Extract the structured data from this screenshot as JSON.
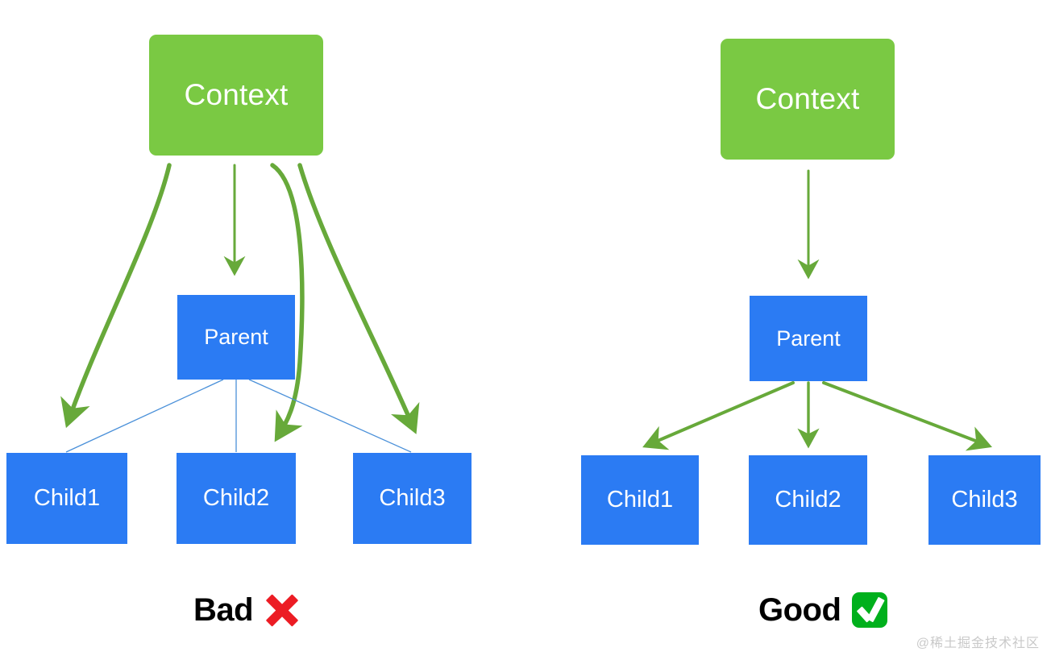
{
  "colors": {
    "context_green": "#7AC943",
    "node_blue": "#2B7BF3",
    "arrow_green": "#67A93A",
    "thin_line_blue": "#4A90D9",
    "cross_red": "#EC1C24",
    "check_green": "#00B01C",
    "background": "#ffffff",
    "watermark_gray": "#c9c9c9"
  },
  "left_panel": {
    "verdict_label": "Bad",
    "verdict_icon": "cross-mark-icon",
    "nodes": {
      "context": "Context",
      "parent": "Parent",
      "child1": "Child1",
      "child2": "Child2",
      "child3": "Child3"
    },
    "edges": [
      {
        "from": "Context",
        "to": "Child1",
        "style": "thick-green-curve-arrow"
      },
      {
        "from": "Context",
        "to": "Parent",
        "style": "thin-green-straight-arrow"
      },
      {
        "from": "Context",
        "to": "Child2",
        "style": "thick-green-curve-arrow"
      },
      {
        "from": "Context",
        "to": "Child3",
        "style": "thick-green-curve-arrow"
      },
      {
        "from": "Parent",
        "to": "Child1",
        "style": "thin-blue-line"
      },
      {
        "from": "Parent",
        "to": "Child2",
        "style": "thin-blue-line"
      },
      {
        "from": "Parent",
        "to": "Child3",
        "style": "thin-blue-line"
      }
    ]
  },
  "right_panel": {
    "verdict_label": "Good",
    "verdict_icon": "check-mark-icon",
    "nodes": {
      "context": "Context",
      "parent": "Parent",
      "child1": "Child1",
      "child2": "Child2",
      "child3": "Child3"
    },
    "edges": [
      {
        "from": "Context",
        "to": "Parent",
        "style": "thin-green-straight-arrow"
      },
      {
        "from": "Parent",
        "to": "Child1",
        "style": "green-straight-arrow"
      },
      {
        "from": "Parent",
        "to": "Child2",
        "style": "green-straight-arrow"
      },
      {
        "from": "Parent",
        "to": "Child3",
        "style": "green-straight-arrow"
      }
    ]
  },
  "watermark": "@稀土掘金技术社区"
}
